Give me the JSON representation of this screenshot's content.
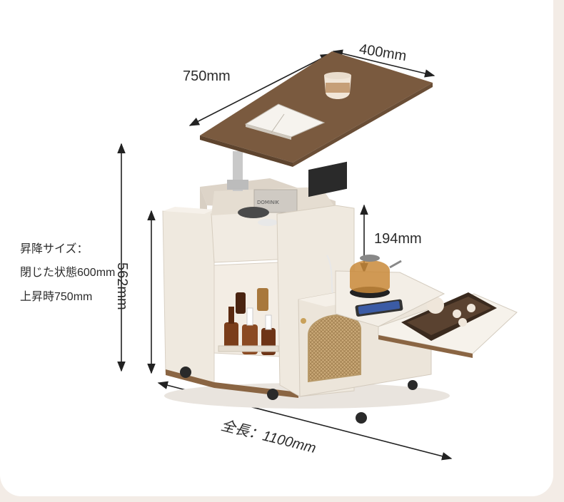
{
  "dimensions": {
    "depth": "400mm",
    "width": "750mm",
    "socket_gap": "194mm",
    "height": "562mm",
    "total_length": "全長：1100mm"
  },
  "spec": {
    "title": "昇降サイズ：",
    "closed": "閉じた状態600mm",
    "raised": "上昇時750mm"
  },
  "product": {
    "book_label": "DOMINIK"
  },
  "colors": {
    "wood": "#7a5a3f",
    "cabinet": "#ede6dc",
    "rattan": "#c9a877"
  }
}
